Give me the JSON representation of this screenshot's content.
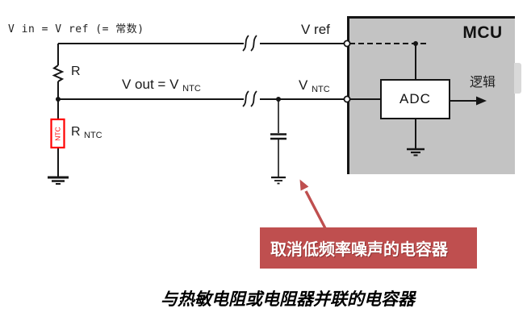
{
  "diagram": {
    "source_label": "V in = V ref (= 常数)",
    "resistor": {
      "label": "R"
    },
    "ntc_resistor": {
      "label_main": "R",
      "label_sub": "NTC",
      "body_text": "NTC"
    },
    "vout_label": {
      "main": "V out = V",
      "sub": "NTC"
    },
    "vref_label": "V ref",
    "vntc_label": {
      "main": "V",
      "sub": "NTC"
    },
    "mcu": {
      "title": "MCU",
      "adc_label": "ADC",
      "logic_label": "逻辑"
    }
  },
  "annotation": {
    "text": "取消低频率噪声的电容器"
  },
  "caption": "与热敏电阻或电阻器并联的电容器",
  "colors": {
    "wire": "#151515",
    "mcu_fill": "#c3c3c3",
    "mcu_tab": "#d9d9d9",
    "ntc_red": "#ff0000",
    "annotation_red": "#bf4f4f",
    "annotation_text": "#ffffff"
  }
}
